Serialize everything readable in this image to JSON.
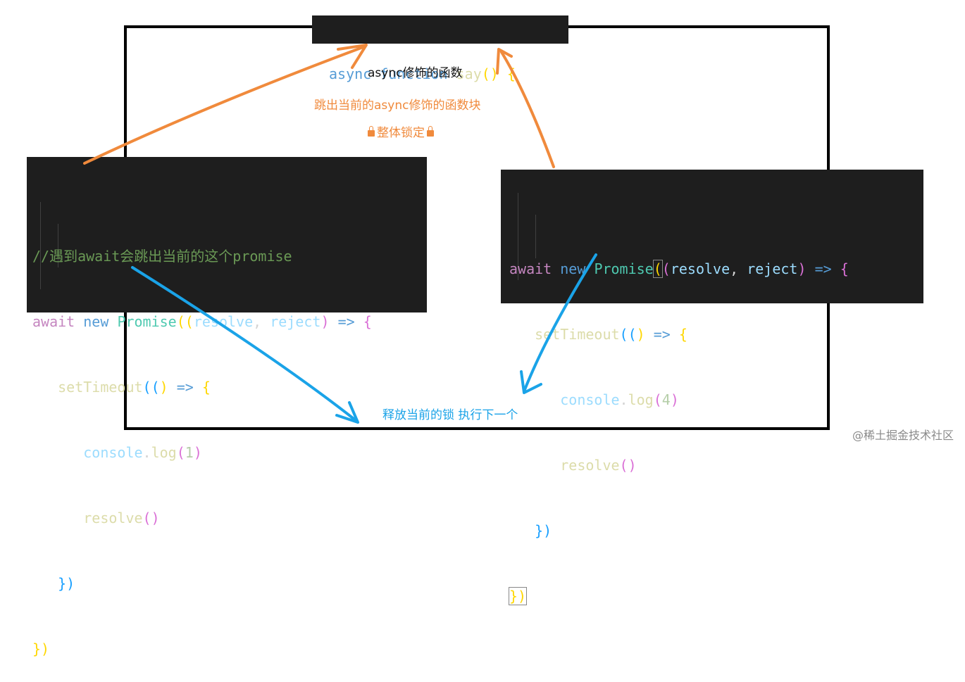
{
  "top_code": {
    "tokens": [
      "async",
      "function",
      "say",
      "()",
      "{"
    ]
  },
  "left_code": {
    "comment": "//遇到await会跳出当前的这个promise",
    "line1": [
      "await",
      "new",
      "Promise",
      "((",
      "resolve",
      ",",
      "reject",
      ")",
      "=>",
      "{"
    ],
    "line2": [
      "setTimeout",
      "((",
      ")",
      "=>",
      "{"
    ],
    "line3": [
      "console",
      ".",
      "log",
      "(",
      "1",
      ")"
    ],
    "line4": [
      "resolve",
      "()"
    ],
    "line5": [
      "})"
    ],
    "line6": [
      "})"
    ]
  },
  "right_code": {
    "line1": [
      "await",
      "new",
      "Promise",
      "(",
      "(",
      "resolve",
      ",",
      "reject",
      ")",
      "=>",
      "{"
    ],
    "line2": [
      "setTimeout",
      "((",
      ")",
      "=>",
      "{"
    ],
    "line3": [
      "console",
      ".",
      "log",
      "(",
      "4",
      ")"
    ],
    "line4": [
      "resolve",
      "()"
    ],
    "line5": [
      "})"
    ],
    "line6": [
      "})"
    ]
  },
  "captions": {
    "async_label": "async修饰的函数",
    "jump_out": "跳出当前的async修饰的函数块",
    "locked": "整体锁定",
    "release": "释放当前的锁 执行下一个"
  },
  "watermark": "@稀土掘金技术社区",
  "colors": {
    "orange_arrow": "#f08a3c",
    "blue_arrow": "#1aa3e8",
    "code_bg": "#1e1e1e"
  }
}
